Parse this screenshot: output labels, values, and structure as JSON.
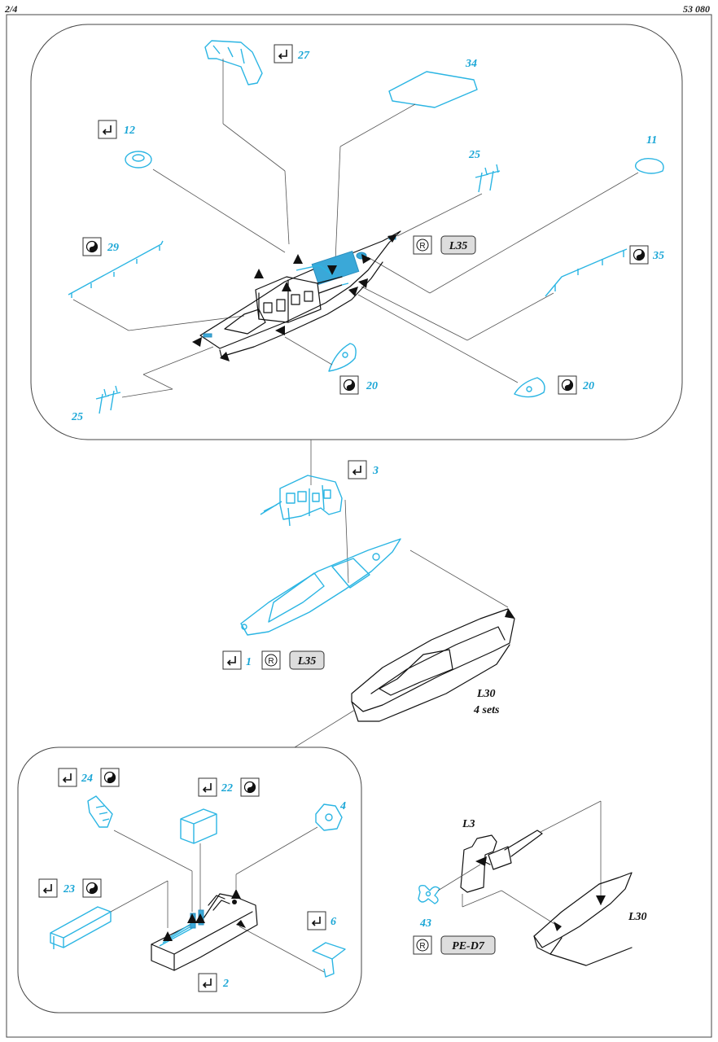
{
  "header": {
    "page": "2/4",
    "set_code": "53 080"
  },
  "panel_top": {
    "parts": {
      "p27": "27",
      "p34": "34",
      "p12": "12",
      "p25a": "25",
      "p11": "11",
      "p29": "29",
      "p35": "35",
      "p20a": "20",
      "p20b": "20",
      "p25b": "25"
    },
    "ref": "L35"
  },
  "middle": {
    "p3": "3",
    "p1": "1",
    "ref": "L35",
    "hull": "L30",
    "hull_sets": "4 sets"
  },
  "panel_bottom": {
    "p24": "24",
    "p22": "22",
    "p4": "4",
    "p23": "23",
    "p6": "6",
    "p2": "2"
  },
  "right_bottom": {
    "l3": "L3",
    "l30": "L30",
    "p43": "43",
    "ref": "PE-D7"
  },
  "icons": [
    "bend-icon",
    "half-fold-icon",
    "resin-ref-icon"
  ],
  "colors": {
    "pe_part": "#2bb5e3",
    "ink": "#111111",
    "ref_pill": "#dddddd"
  }
}
